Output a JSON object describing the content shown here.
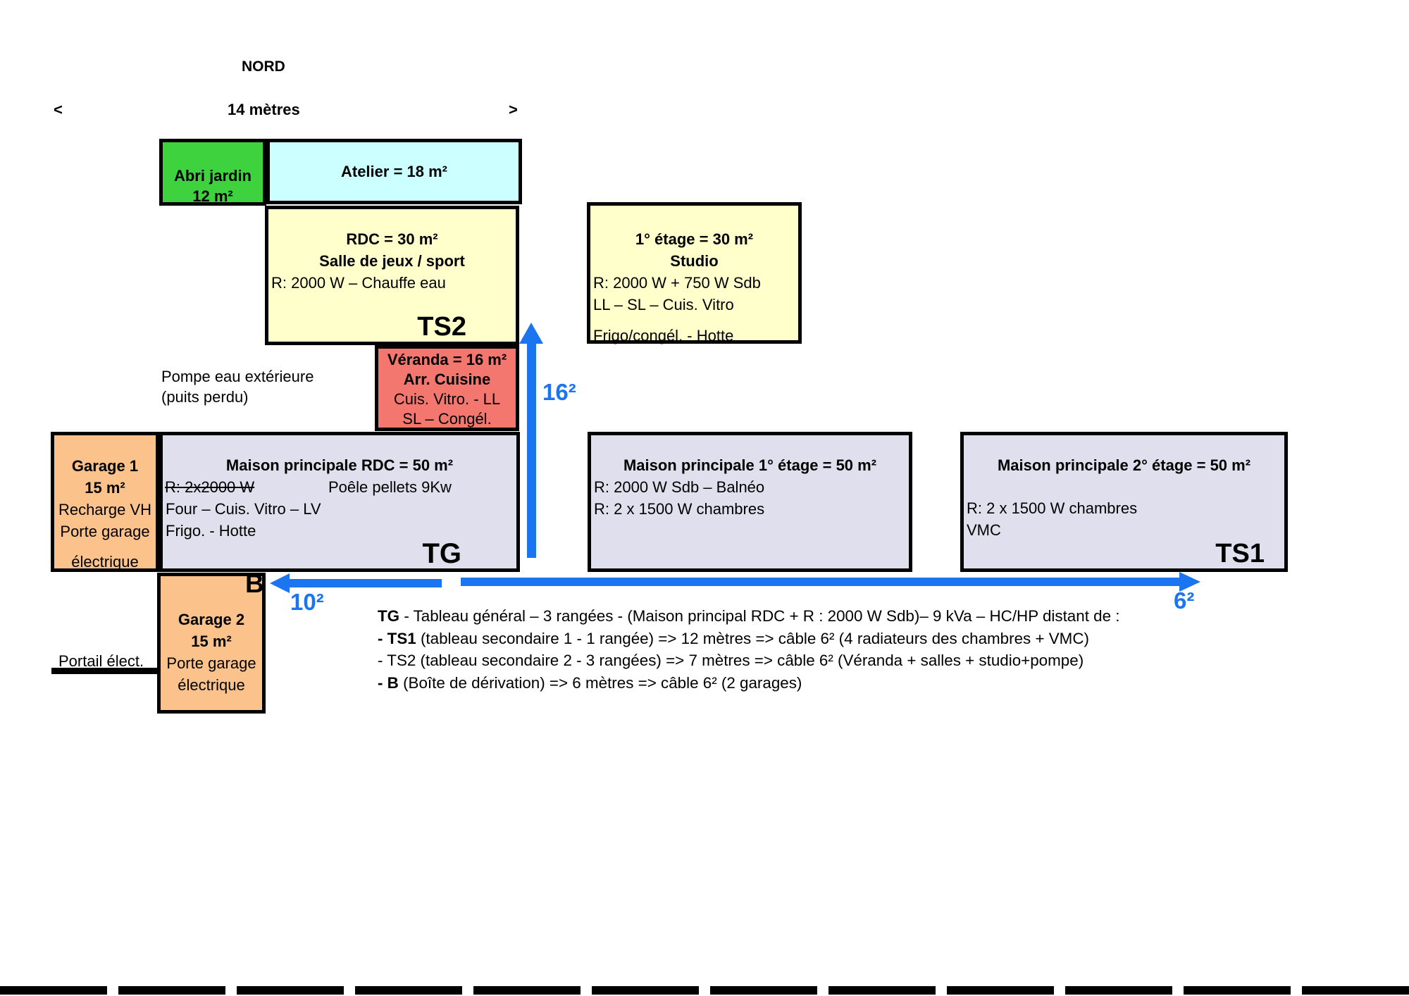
{
  "colors": {
    "arrow_blue": "#1b74f0",
    "abri_green": "#3ed33e",
    "atelier_cyan": "#ccffff",
    "floor_yellow": "#ffffcc",
    "veranda_salmon": "#f3776f",
    "garage_orange": "#fbc28b",
    "maison_lavender": "#dfdfee"
  },
  "compass": {
    "nord": "NORD",
    "left": "<",
    "scale": "14 mètres",
    "right": ">"
  },
  "boxes": {
    "abri": {
      "l1": "Abri jardin",
      "l2": "12 m²"
    },
    "atelier": {
      "l1": "Atelier = 18 m²"
    },
    "rdc": {
      "l1": "RDC = 30 m²",
      "l2": "Salle de jeux / sport",
      "l3": "R: 2000 W – Chauffe eau",
      "tag": "TS2"
    },
    "etage1": {
      "l1": "1° étage = 30 m²",
      "l2": "Studio",
      "l3": "R: 2000 W + 750 W Sdb",
      "l4": "LL – SL – Cuis. Vitro",
      "l5": "Frigo/congél. - Hotte"
    },
    "veranda": {
      "l1": "Véranda = 16 m²",
      "l2": "Arr. Cuisine",
      "l3": "Cuis. Vitro. - LL",
      "l4": "SL – Congél."
    },
    "garage1": {
      "l1": "Garage 1",
      "l2": "15 m²",
      "l3": "Recharge VH",
      "l4": "Porte garage",
      "l5": "électrique"
    },
    "maison_rdc": {
      "l1": "Maison principale RDC = 50 m²",
      "strike": "R: 2x2000 W",
      "poele": "Poêle pellets 9Kw",
      "l3": "Four – Cuis. Vitro – LV",
      "l4": "Frigo. - Hotte",
      "tag": "TG"
    },
    "maison_e1": {
      "l1": "Maison principale 1° étage = 50 m²",
      "l2": "R: 2000 W Sdb – Balnéo",
      "l3": "R: 2 x 1500 W chambres"
    },
    "maison_e2": {
      "l1": "Maison principale 2° étage = 50 m²",
      "l2": "R: 2 x 1500 W chambres",
      "l3": "VMC",
      "tag": "TS1"
    },
    "garage2": {
      "tag": "B",
      "l1": "Garage 2",
      "l2": "15 m²",
      "l3": "Porte garage",
      "l4": "électrique"
    }
  },
  "notes": {
    "pompe_l1": "Pompe eau extérieure",
    "pompe_l2": "(puits perdu)",
    "portail": "Portail élect."
  },
  "cables": {
    "vertical": "16²",
    "left": "10²",
    "right": "6²"
  },
  "legend": {
    "l1b": "TG",
    "l1r": " - Tableau général – 3 rangées - (Maison principal RDC + R : 2000 W Sdb)– 9 kVa – HC/HP distant de :",
    "l2b": "- TS1",
    "l2r": " (tableau secondaire 1 - 1 rangée) => 12 mètres => câble 6² (4 radiateurs des chambres + VMC)",
    "l3": "- TS2 (tableau secondaire 2 - 3 rangées) => 7 mètres => câble 6² (Véranda + salles + studio+pompe)",
    "l4b": "- B",
    "l4r": " (Boîte de dérivation) => 6 mètres => câble 6² (2 garages)"
  }
}
